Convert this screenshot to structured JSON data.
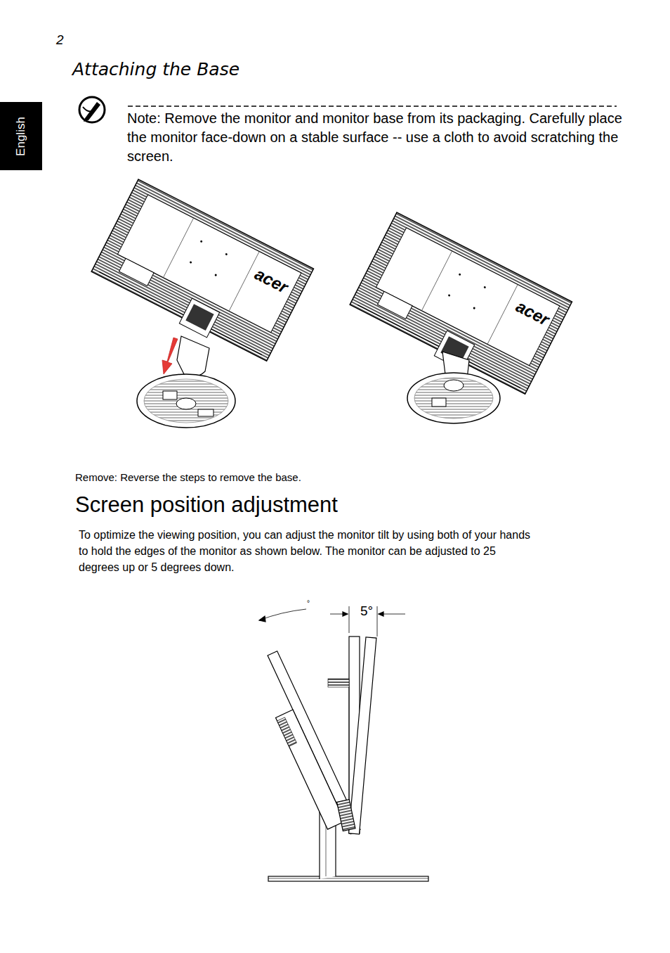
{
  "diagram": {
    "title": "Attaching the Base",
    "nodes": [
      {
        "text": [
          "English"
        ]
      }
    ],
    "labels": [
      "2",
      "Note: Remove the monitor and monitor base from its packaging. Carefully place the monitor face-down on a stable surface -- use a cloth to avoid scratching the screen.",
      "acer",
      "acer",
      "Remove: Reverse the steps to remove the base.",
      "Screen position adjustment",
      "To optimize the viewing position, you can adjust the monitor tilt by using both of your hands to hold the edges of the monitor as shown below. The monitor can be adjusted to 25 degrees up or 5 degrees down.",
      "°",
      "5°"
    ]
  }
}
